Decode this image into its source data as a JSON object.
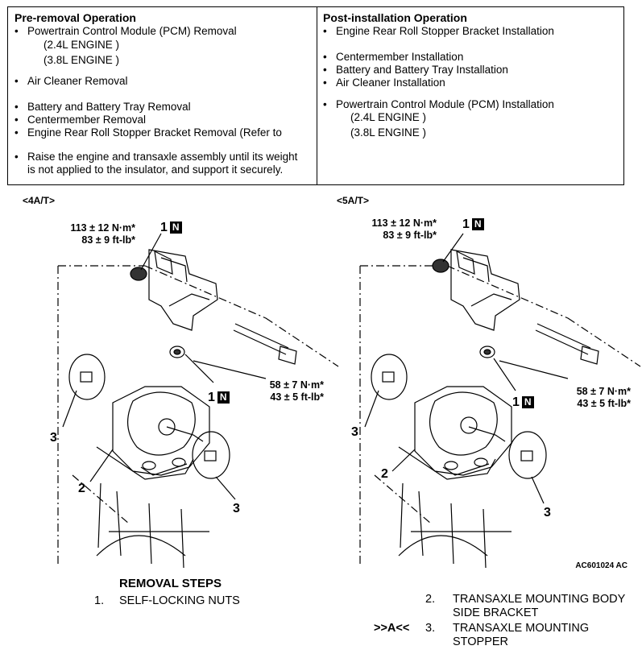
{
  "pre_removal": {
    "title": "Pre-removal Operation",
    "items": [
      "Powertrain Control Module (PCM) Removal",
      "(2.4L ENGINE )",
      "(3.8L ENGINE )",
      "Air Cleaner Removal",
      "Battery and Battery Tray Removal",
      "Centermember Removal",
      "Engine Rear Roll Stopper Bracket Removal (Refer to",
      "Raise the engine and transaxle assembly until its weight",
      "is not applied to the insulator, and support it securely."
    ]
  },
  "post_installation": {
    "title": "Post-installation Operation",
    "items": [
      "Engine Rear Roll Stopper Bracket Installation",
      "Centermember Installation",
      "Battery and Battery Tray Installation",
      "Air Cleaner Installation",
      "Powertrain Control Module (PCM) Installation",
      "(2.4L ENGINE )",
      "(3.8L ENGINE )"
    ]
  },
  "bullet": "•",
  "figure": {
    "left_label": "<4A/T>",
    "right_label": "<5A/T>",
    "torque_top_1": "113 ± 12 N·m*",
    "torque_top_2": "83 ± 9 ft-lb*",
    "torque_mid_1": "58 ± 7 N·m*",
    "torque_mid_2": "43 ± 5  ft-lb*",
    "callout_1": "1",
    "callout_2": "2",
    "callout_3": "3",
    "n_mark": "N",
    "figure_id": "AC601024 AC"
  },
  "removal_steps": {
    "title": "REMOVAL STEPS",
    "steps": [
      {
        "prefix": "",
        "num": "1.",
        "label": "SELF-LOCKING NUTS"
      },
      {
        "prefix": "",
        "num": "2.",
        "label": "TRANSAXLE MOUNTING BODY",
        "label2": "SIDE BRACKET"
      },
      {
        "prefix": ">>A<<",
        "num": "3.",
        "label": "TRANSAXLE MOUNTING",
        "label2": "STOPPER"
      }
    ]
  }
}
